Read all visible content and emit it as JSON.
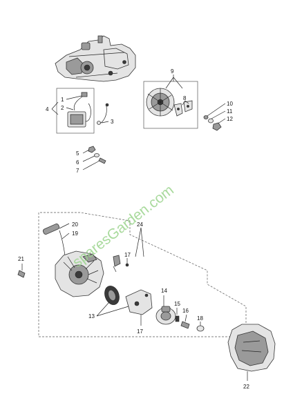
{
  "watermark": "sparesGarden.com",
  "callouts": {
    "c1": "1",
    "c2": "2",
    "c3": "3",
    "c4": "4",
    "c5": "5",
    "c6": "6",
    "c7": "7",
    "c8": "8",
    "c9": "9",
    "c10": "10",
    "c11": "11",
    "c12": "12",
    "c13": "13",
    "c14": "14",
    "c15": "15",
    "c16": "16",
    "c17a": "17",
    "c17b": "17",
    "c18": "18",
    "c19": "19",
    "c20": "20",
    "c21": "21",
    "c22": "22",
    "c24": "24"
  }
}
